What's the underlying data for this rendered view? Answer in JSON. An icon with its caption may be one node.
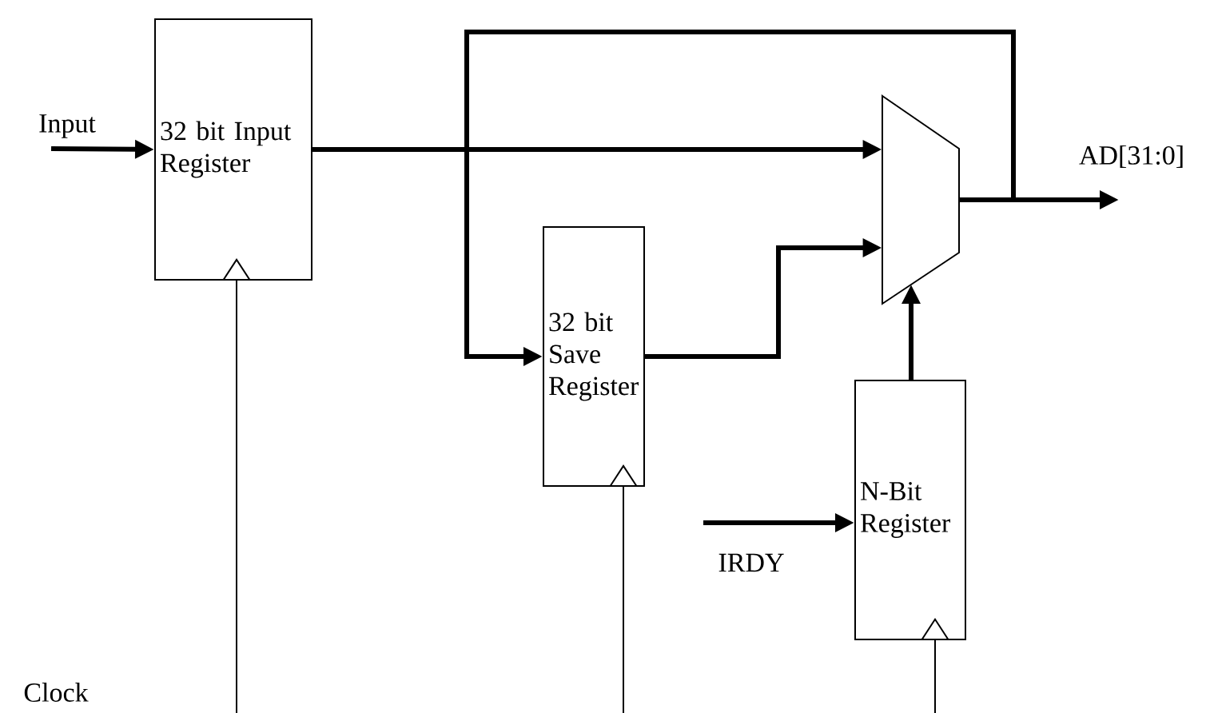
{
  "diagram": {
    "nodes": [
      {
        "text": [
          "32 bit Input Register"
        ]
      },
      {
        "text": [
          "32 bit Save Register"
        ]
      },
      {
        "text": [],
        "shape": "trapezoid"
      },
      {
        "text": [
          "N-Bit Register"
        ]
      }
    ],
    "edges": [
      {
        "from": null,
        "to": 0,
        "arrow": "to",
        "label": "Input"
      },
      {
        "from": 0,
        "to": 2,
        "arrow": "to"
      },
      {
        "from": 0,
        "to": 1,
        "arrow": "to"
      },
      {
        "from": 0,
        "to": null,
        "arrow": "none"
      },
      {
        "from": 1,
        "to": 2,
        "arrow": "to"
      },
      {
        "from": 3,
        "to": 2,
        "arrow": "to"
      },
      {
        "from": 2,
        "to": null,
        "arrow": "to",
        "label": "AD[31:0]"
      },
      {
        "from": null,
        "to": 3,
        "arrow": "to",
        "label": "IRDY"
      },
      {
        "from": null,
        "to": 0,
        "arrow": "to"
      },
      {
        "from": null,
        "to": 1,
        "arrow": "to"
      },
      {
        "from": null,
        "to": 3,
        "arrow": "to"
      }
    ],
    "labels": [
      "Clock"
    ]
  }
}
